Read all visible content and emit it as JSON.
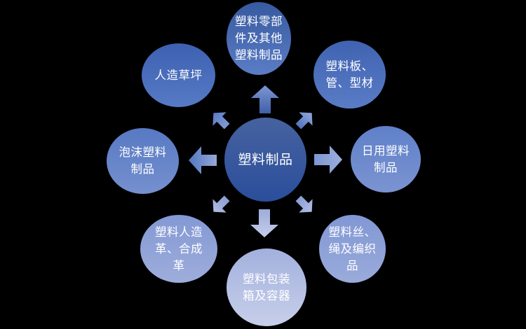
{
  "diagram": {
    "type": "radial-diverging",
    "background_color": "#000000",
    "text_color": "#FFFFFF",
    "center": {
      "label": "塑料制品",
      "fill_top": "#46629F",
      "fill_bottom": "#2B4E9C"
    },
    "nodes": [
      {
        "position": "top",
        "label": "塑料零部件及其他塑料制品",
        "fill": "#4468B4"
      },
      {
        "position": "top-right",
        "label": "塑料板、管、型材",
        "fill": "#4C70BC"
      },
      {
        "position": "right",
        "label": "日用塑料制品",
        "fill": "#6D8ACD"
      },
      {
        "position": "bottom-right",
        "label": "塑料丝、绳及编织品",
        "fill": "#8DA1D7"
      },
      {
        "position": "bottom",
        "label": "塑料包装箱及容器",
        "fill": "#B4C0E3"
      },
      {
        "position": "bottom-left",
        "label": "塑料人造革、合成革",
        "fill": "#90A3D7"
      },
      {
        "position": "left",
        "label": "泡沫塑料制品",
        "fill": "#6684C9"
      },
      {
        "position": "top-left",
        "label": "人造草坪",
        "fill": "#4A6DBB"
      }
    ],
    "arrows": [
      {
        "direction": "up",
        "color_tail": "#3E5FA9",
        "color_tip": "#7E97D3"
      },
      {
        "direction": "up-right",
        "color_tail": "#5275BE",
        "color_tip": "#93A8DA"
      },
      {
        "direction": "right",
        "color_tail": "#7E96D3",
        "color_tip": "#9CAEDD"
      },
      {
        "direction": "down-right",
        "color_tail": "#899ED5",
        "color_tip": "#B2BDE3"
      },
      {
        "direction": "down",
        "color_tail": "#9CACDA",
        "color_tip": "#C6CEEA"
      },
      {
        "direction": "down-left",
        "color_tail": "#899ED5",
        "color_tip": "#B2BDE3"
      },
      {
        "direction": "left",
        "color_tail": "#95A8D9",
        "color_tip": "#5277BF"
      },
      {
        "direction": "up-left",
        "color_tail": "#8099D4",
        "color_tip": "#5B7CC4"
      }
    ]
  }
}
